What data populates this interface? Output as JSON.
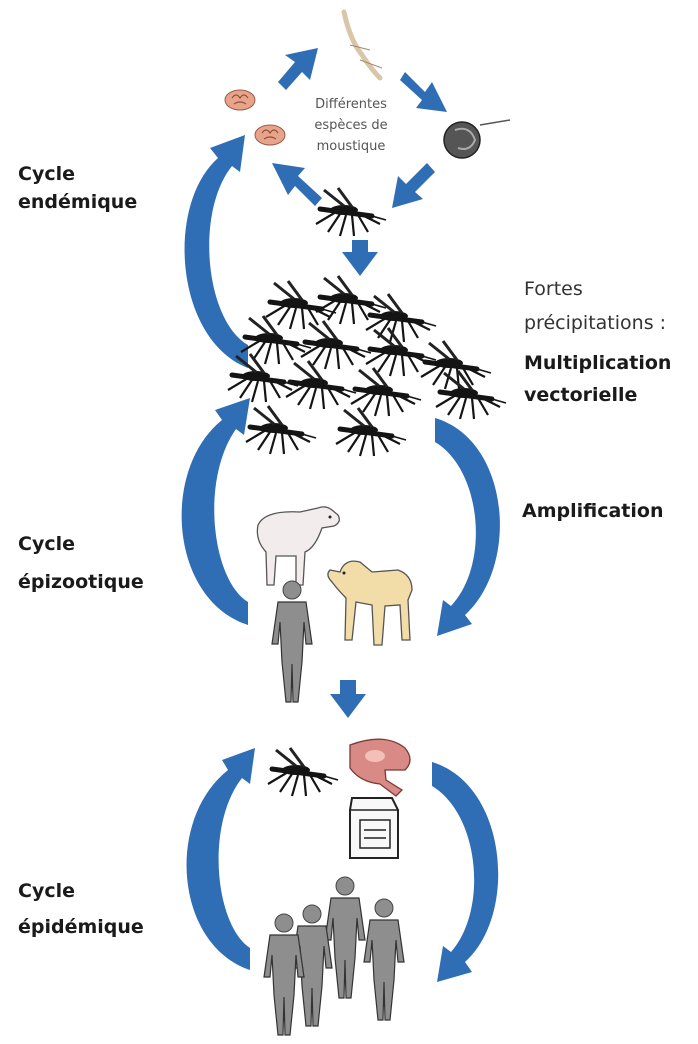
{
  "center_text": [
    "Différentes",
    "espèces de",
    "moustique"
  ],
  "labels": {
    "endemic": [
      "Cycle",
      "endémique"
    ],
    "epizootic": [
      "Cycle",
      "épizootique"
    ],
    "epidemic": [
      "Cycle",
      "épidémique"
    ],
    "rain": [
      "Fortes",
      "précipitations :"
    ],
    "multiplication": [
      "Multiplication",
      "vectorielle"
    ],
    "amplification": "Amplification"
  },
  "colors": {
    "arrow": "#2f6db5",
    "arrow_light": "#4f8fd6",
    "mosquito": "#141414",
    "human": "#8e8e8e",
    "sheep_white": "#f3ecec",
    "lamb": "#f2dca8",
    "meat": "#d98a86"
  },
  "icons": [
    "egg-icon",
    "larva-icon",
    "pupa-icon",
    "mosquito-icon",
    "sheep-icon",
    "lamb-icon",
    "human-icon",
    "meat-icon",
    "milk-carton-icon"
  ]
}
